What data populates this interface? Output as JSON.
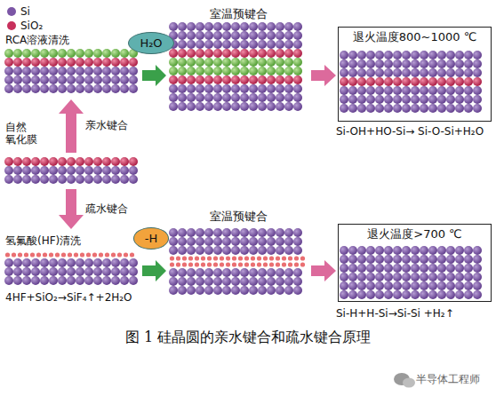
{
  "diagram": {
    "caption": "图 1 硅晶圆的亲水键合和疏水键合原理",
    "nodes": [
      {
        "text": [
          "H₂O"
        ]
      },
      {
        "text": [
          "退火温度800~1000 ℃"
        ]
      },
      {
        "text": [
          "-H"
        ]
      },
      {
        "text": [
          "退火温度>700 ℃"
        ]
      }
    ],
    "labels": [
      "RCA溶液清洗",
      "室温预键合",
      "Si-OH+HO-Si→ Si-O-Si+H₂O",
      "自然 氧化膜",
      "亲水键合",
      "疏水键合",
      "氢氟酸(HF)清洗",
      "室温预键合",
      "4HF+SiO₂→SiF₄↑+2H₂O",
      "Si-H+H-Si→Si-Si +H₂↑",
      "半导体工程师"
    ],
    "legend": [
      {
        "text": "Si",
        "color": "#7c56a6"
      },
      {
        "text": "SiO₂",
        "color": "#c7305c"
      }
    ]
  }
}
